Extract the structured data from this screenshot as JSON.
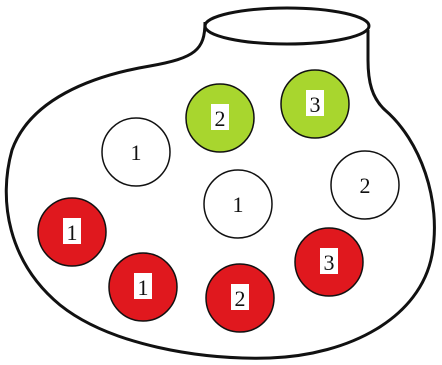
{
  "colors": {
    "white_ball": "#ffffff",
    "green_ball": "#a8d62e",
    "red_ball": "#e0181e",
    "outline": "#111111",
    "label_box": "#ffffff"
  },
  "balls": [
    {
      "color": "green",
      "label": "2"
    },
    {
      "color": "green",
      "label": "3"
    },
    {
      "color": "white",
      "label": "1"
    },
    {
      "color": "white",
      "label": "2"
    },
    {
      "color": "white",
      "label": "1"
    },
    {
      "color": "red",
      "label": "1"
    },
    {
      "color": "red",
      "label": "1"
    },
    {
      "color": "red",
      "label": "2"
    },
    {
      "color": "red",
      "label": "3"
    }
  ]
}
